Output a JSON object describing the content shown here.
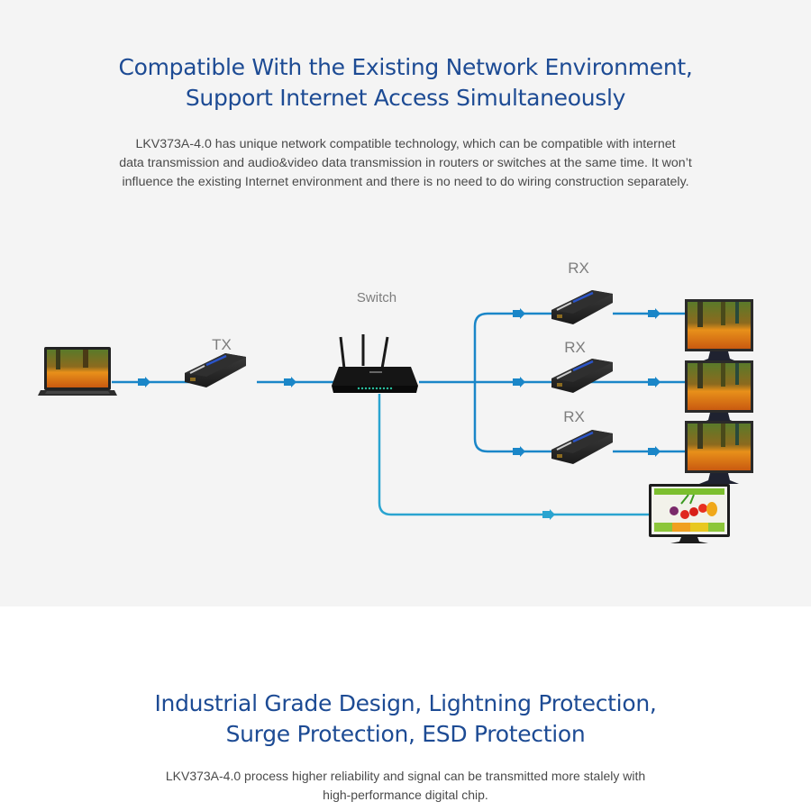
{
  "section1": {
    "headline_lines": [
      "Compatible With the Existing Network Environment,",
      "Support Internet Access Simultaneously"
    ],
    "description_lines": [
      "LKV373A-4.0 has unique network compatible technology, which can be compatible with internet",
      "data transmission and audio&video data transmission in routers or switches at the same time. It won’t",
      "influence the existing Internet environment and there is no need to do wiring construction separately."
    ]
  },
  "diagram": {
    "labels": {
      "tx": "TX",
      "switch": "Switch",
      "rx": [
        "RX",
        "RX",
        "RX"
      ]
    },
    "nodes": {
      "source": "laptop-icon",
      "transmitter": "hdmi-extender-tx-icon",
      "switch": "router-icon",
      "receivers": [
        "hdmi-extender-rx-icon",
        "hdmi-extender-rx-icon",
        "hdmi-extender-rx-icon"
      ],
      "displays": [
        "monitor-icon",
        "monitor-icon",
        "monitor-icon"
      ],
      "internet_display": "tv-icon"
    },
    "colors": {
      "line": "#1a86c8",
      "line_internet": "#2aa4d0",
      "device": "#2b2b2b",
      "label": "#7d7d7d"
    }
  },
  "section2": {
    "headline_lines": [
      "Industrial Grade Design, Lightning Protection,",
      "Surge Protection, ESD Protection"
    ],
    "description_lines": [
      "LKV373A-4.0 process higher reliability and signal can be transmitted more stalely with",
      "high-performance digital chip."
    ]
  },
  "colors": {
    "headline": "#1d4b94",
    "body_text": "#4a4a4a",
    "section_bg": "#f4f4f4"
  }
}
